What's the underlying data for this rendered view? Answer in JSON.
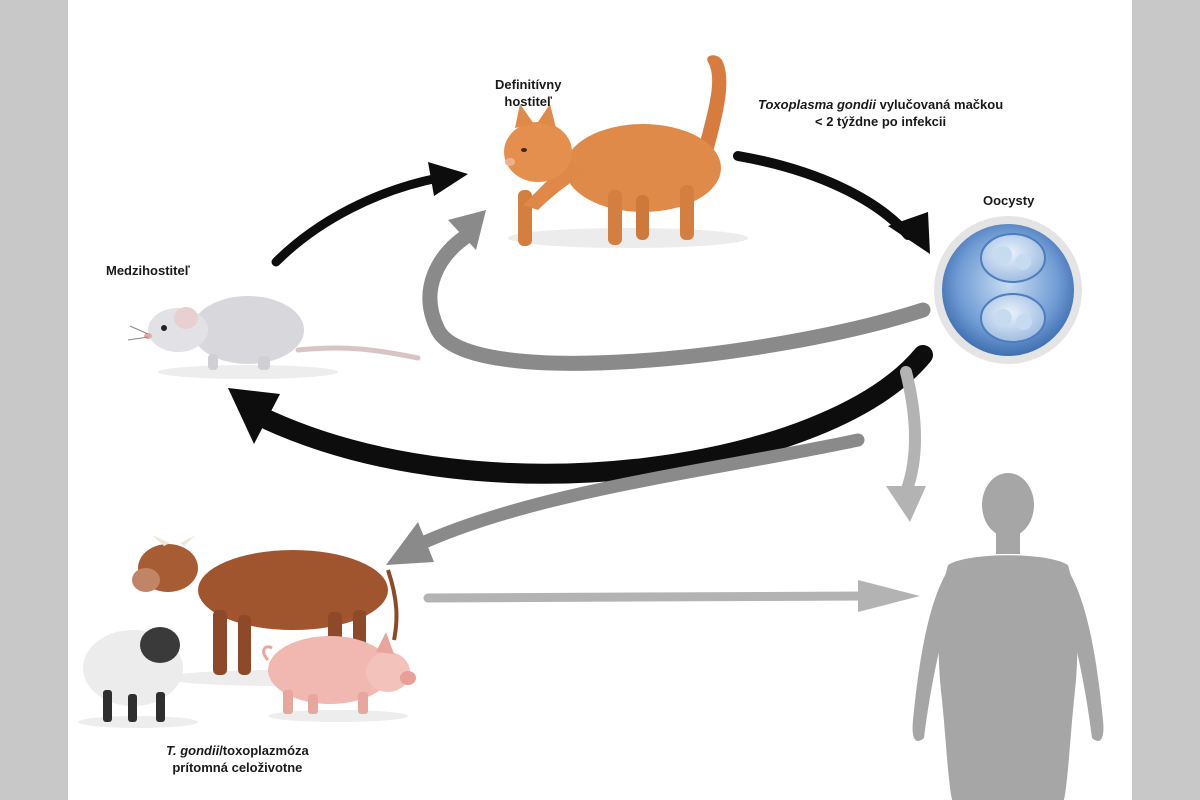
{
  "labels": {
    "definitive_host_line1": "Definitívny",
    "definitive_host_line2": "hostiteľ",
    "shedding_italic": "Toxoplasma gondii",
    "shedding_rest": " vylučovaná mačkou",
    "shedding_line2": "< 2 týždne po infekcii",
    "oocysts": "Oocysty",
    "intermediate_host": "Medzihostiteľ",
    "lifelong_italic": "T. gondii",
    "lifelong_rest": "/toxoplazmóza",
    "lifelong_line2": "prítomná celoživotne"
  },
  "colors": {
    "panel_background": "#ffffff",
    "side_bars": "#c8c8c8",
    "arrow_primary": "#0d0d0d",
    "arrow_secondary": "#8a8a8a",
    "arrow_light": "#b3b3b3",
    "cat": "#e08a4a",
    "mouse": "#d8d8dc",
    "cow": "#a0552e",
    "sheep": "#ececec",
    "pig": "#f0b8b0",
    "human_silhouette": "#a6a6a6",
    "oocyst": "#7fa8d8"
  },
  "icons": {
    "cat": "cat-illustration",
    "mouse": "mouse-illustration",
    "cow": "cow-illustration",
    "sheep": "sheep-illustration",
    "pig": "pig-illustration",
    "oocyst": "oocyst-microscope-icon",
    "human": "human-silhouette"
  }
}
